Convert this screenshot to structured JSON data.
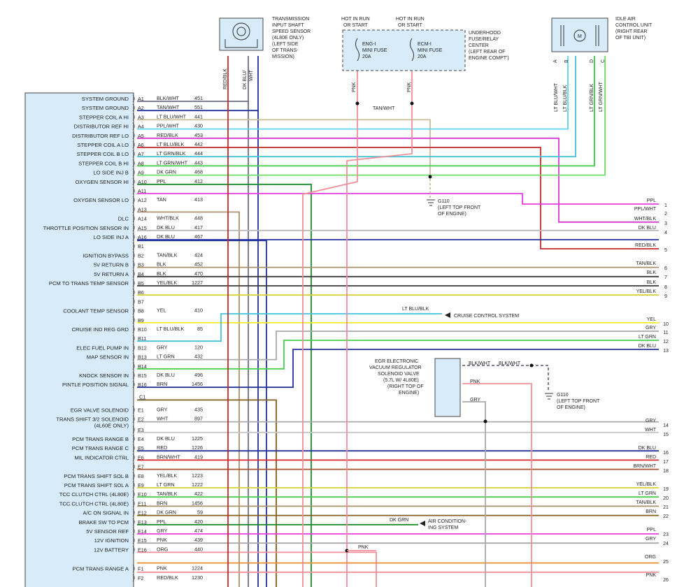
{
  "pcm": {
    "connector_c1_label": "C1",
    "pins": [
      {
        "func": "SYSTEM GROUND",
        "pin": "A1",
        "wire": "BLK/WHT",
        "circ": "451"
      },
      {
        "func": "SYSTEM GROUND",
        "pin": "A2",
        "wire": "TAN/WHT",
        "circ": "551"
      },
      {
        "func": "STEPPER COIL A HI",
        "pin": "A3",
        "wire": "LT BLU/WHT",
        "circ": "441"
      },
      {
        "func": "DISTRIBUTOR REF HI",
        "pin": "A4",
        "wire": "PPL/WHT",
        "circ": "430"
      },
      {
        "func": "DISTRIBUTOR REF LO",
        "pin": "A5",
        "wire": "RED/BLK",
        "circ": "453"
      },
      {
        "func": "STEPPER COIL A LO",
        "pin": "A6",
        "wire": "LT BLU/BLK",
        "circ": "442"
      },
      {
        "func": "STEPPER COIL B LO",
        "pin": "A7",
        "wire": "LT GRN/BLK",
        "circ": "444"
      },
      {
        "func": "STEPPER COIL B HI",
        "pin": "A8",
        "wire": "LT GRN/WHT",
        "circ": "443"
      },
      {
        "func": "LO SIDE INJ B",
        "pin": "A9",
        "wire": "DK GRN",
        "circ": "468"
      },
      {
        "func": "OXYGEN SENSOR HI",
        "pin": "A10",
        "wire": "PPL",
        "circ": "412"
      },
      {
        "func": "",
        "pin": "A11",
        "wire": "",
        "circ": ""
      },
      {
        "func": "OXYGEN SENSOR LO",
        "pin": "A12",
        "wire": "TAN",
        "circ": "413"
      },
      {
        "func": "",
        "pin": "A13",
        "wire": "",
        "circ": ""
      },
      {
        "func": "DLC",
        "pin": "A14",
        "wire": "WHT/BLK",
        "circ": "448"
      },
      {
        "func": "THROTTLE POSITION SENSOR IN",
        "pin": "A15",
        "wire": "DK BLU",
        "circ": "417"
      },
      {
        "func": "LO SIDE INJ A",
        "pin": "A16",
        "wire": "DK BLU",
        "circ": "467"
      },
      {
        "func": "",
        "pin": "B1",
        "wire": "",
        "circ": ""
      },
      {
        "func": "IGNITION BYPASS",
        "pin": "B2",
        "wire": "TAN/BLK",
        "circ": "424"
      },
      {
        "func": "5V RETURN B",
        "pin": "B3",
        "wire": "BLK",
        "circ": "452"
      },
      {
        "func": "5V RETURN A",
        "pin": "B4",
        "wire": "BLK",
        "circ": "470"
      },
      {
        "func": "PCM TO TRANS TEMP SENSOR",
        "pin": "B5",
        "wire": "YEL/BLK",
        "circ": "1227"
      },
      {
        "func": "",
        "pin": "B6",
        "wire": "",
        "circ": ""
      },
      {
        "func": "",
        "pin": "B7",
        "wire": "",
        "circ": ""
      },
      {
        "func": "COOLANT TEMP SENSOR",
        "pin": "B8",
        "wire": "YEL",
        "circ": "410"
      },
      {
        "func": "",
        "pin": "B9",
        "wire": "",
        "circ": ""
      },
      {
        "func": "CRUISE IND REG GRD",
        "pin": "B10",
        "wire": "LT BLU/BLK",
        "circ": "85"
      },
      {
        "func": "",
        "pin": "B11",
        "wire": "",
        "circ": ""
      },
      {
        "func": "ELEC FUEL PUMP IN",
        "pin": "B12",
        "wire": "GRY",
        "circ": "120"
      },
      {
        "func": "MAP SENSOR IN",
        "pin": "B13",
        "wire": "LT GRN",
        "circ": "432"
      },
      {
        "func": "",
        "pin": "B14",
        "wire": "",
        "circ": ""
      },
      {
        "func": "KNOCK SENSOR IN",
        "pin": "B15",
        "wire": "DK BLU",
        "circ": "496"
      },
      {
        "func": "PINTLE POSITION SIGNAL",
        "pin": "B16",
        "wire": "BRN",
        "circ": "1456"
      },
      {
        "func": "EGR VALVE SOLENOID",
        "pin": "E1",
        "wire": "GRY",
        "circ": "435"
      },
      {
        "func": "TRANS SHIFT 3/2 SOLENOID",
        "func2": "(4L60E ONLY)",
        "pin": "E2",
        "wire": "WHT",
        "circ": "897"
      },
      {
        "func": "",
        "pin": "E3",
        "wire": "",
        "circ": ""
      },
      {
        "func": "PCM TRANS RANGE B",
        "pin": "E4",
        "wire": "DK BLU",
        "circ": "1225"
      },
      {
        "func": "PCM TRANS RANGE C",
        "pin": "E5",
        "wire": "RED",
        "circ": "1226"
      },
      {
        "func": "MIL INDICATOR CTRL",
        "pin": "E6",
        "wire": "BRN/WHT",
        "circ": "419"
      },
      {
        "func": "",
        "pin": "E7",
        "wire": "",
        "circ": ""
      },
      {
        "func": "PCM TRANS SHIFT SOL B",
        "pin": "E8",
        "wire": "YEL/BLK",
        "circ": "1223"
      },
      {
        "func": "PCM TRANS SHIFT SOL A",
        "pin": "E9",
        "wire": "LT GRN",
        "circ": "1222"
      },
      {
        "func": "TCC CLUTCH CTRL    (4L80E)",
        "pin": "E10",
        "wire": "TAN/BLK",
        "circ": "422"
      },
      {
        "func": "TCC CLUTCH CTRL    (4L80E)",
        "pin": "E11",
        "wire": "BRN",
        "circ": "1456"
      },
      {
        "func": "A/C ON SIGNAL IN",
        "pin": "E12",
        "wire": "DK GRN",
        "circ": "59"
      },
      {
        "func": "BRAKE SW TO PCM",
        "pin": "E13",
        "wire": "PPL",
        "circ": "420"
      },
      {
        "func": "5V SENSOR REF",
        "pin": "E14",
        "wire": "GRY",
        "circ": "474"
      },
      {
        "func": "12V IGNITION",
        "pin": "E15",
        "wire": "PNK",
        "circ": "439"
      },
      {
        "func": "12V BATTERY",
        "pin": "E16",
        "wire": "ORG",
        "circ": "440"
      },
      {
        "func": "PCM TRANS RANGE A",
        "pin": "F1",
        "wire": "PNK",
        "circ": "1224"
      },
      {
        "func": "",
        "pin": "F2",
        "wire": "RED/BLK",
        "circ": "1230"
      }
    ]
  },
  "outputs": [
    {
      "num": "1",
      "wire": "PPL"
    },
    {
      "num": "2",
      "wire": "PPL/WHT"
    },
    {
      "num": "3",
      "wire": "WHT/BLK"
    },
    {
      "num": "4",
      "wire": "DK BLU"
    },
    {
      "num": "5",
      "wire": "RED/BLK"
    },
    {
      "num": "6",
      "wire": "TAN/BLK"
    },
    {
      "num": "7",
      "wire": "BLK"
    },
    {
      "num": "8",
      "wire": "BLK"
    },
    {
      "num": "9",
      "wire": "YEL/BLK"
    },
    {
      "num": "10",
      "wire": "YEL"
    },
    {
      "num": "11",
      "wire": "GRY"
    },
    {
      "num": "12",
      "wire": "LT GRN"
    },
    {
      "num": "13",
      "wire": "DK BLU"
    },
    {
      "num": "14",
      "wire": "GRY"
    },
    {
      "num": "15",
      "wire": "WHT"
    },
    {
      "num": "16",
      "wire": "DK BLU"
    },
    {
      "num": "17",
      "wire": "RED"
    },
    {
      "num": "18",
      "wire": "BRN/WHT"
    },
    {
      "num": "19",
      "wire": "YEL/BLK"
    },
    {
      "num": "20",
      "wire": "LT GRN"
    },
    {
      "num": "21",
      "wire": "TAN/BLK"
    },
    {
      "num": "22",
      "wire": "BRN"
    },
    {
      "num": "23",
      "wire": "PPL"
    },
    {
      "num": "24",
      "wire": "GRY"
    },
    {
      "num": "25",
      "wire": "ORG"
    },
    {
      "num": "26",
      "wire": "PNK"
    }
  ],
  "tiss": {
    "lines": [
      "TRANSMISSION",
      "INPUT SHAFT",
      "SPEED SENSOR",
      "(4L80E ONLY)",
      "(LEFT SIDE",
      "OF TRANS-",
      "MISSION)"
    ],
    "wire1": "RED/BLK",
    "wire2": "DK BLU/",
    "wire2b": "WHT"
  },
  "fuse": {
    "hot1a": "HOT IN RUN",
    "hot1b": "OR START",
    "hot2a": "HOT IN RUN",
    "hot2b": "OR START",
    "f1": [
      "ENG-I",
      "MINI FUSE",
      "20A"
    ],
    "f2": [
      "ECM-I",
      "MINI FUSE",
      "20A"
    ],
    "center": [
      "UNDERHOOD",
      "FUSE/RELAY",
      "CENTER",
      "(LEFT REAR OF",
      "ENGINE COMPT')"
    ],
    "pnk1": "PNK",
    "pnk2": "PNK",
    "tanwht": "TAN/WHT"
  },
  "iac": {
    "lines": [
      "IDLE AIR",
      "CONTROL UNIT",
      "(RIGHT REAR",
      "OF TBI UNIT)"
    ],
    "pins": [
      "A",
      "B",
      "D",
      "C"
    ],
    "wires": [
      "LT BLU/WHT",
      "LT BLU/BLK",
      "LT GRN/BLK",
      "LT GRN/WHT"
    ],
    "motor": "M"
  },
  "g110a": {
    "lines": [
      "G110",
      "(LEFT TOP FRONT",
      "OF ENGINE)"
    ]
  },
  "g110b": {
    "lines": [
      "G110",
      "(LEFT TOP FRONT",
      "OF ENGINE)"
    ]
  },
  "cruise": {
    "wire": "LT BLU/BLK",
    "label": "CRUISE CONTROL SYSTEM"
  },
  "egr": {
    "lines": [
      "EGR ELECTRONIC",
      "VACUUM REGULATOR",
      "SOLENOID VALVE",
      "(5.7L W/ 4L80E)",
      "(RIGHT TOP OF",
      "ENGINE)"
    ],
    "w1": "BLK/WHT",
    "w1b": "BLK/WHT",
    "w2": "PNK",
    "w3": "GRY"
  },
  "ac": {
    "wire": "DK GRN",
    "lines": [
      "AIR CONDITION-",
      "ING SYSTEM"
    ]
  },
  "pnk_splice": "PNK",
  "colors": {
    "PPL": "#e83ce0",
    "PPL/WHT": "#d43ad2",
    "WHT/BLK": "#b9b9b9",
    "DK BLU": "#23339c",
    "RED/BLK": "#c5282a",
    "TAN/BLK": "#a8926a",
    "BLK": "#3a3a3a",
    "YEL/BLK": "#d7d235",
    "YEL": "#f1ec2a",
    "GRY": "#a9a9a9",
    "LT GRN": "#48d04a",
    "WHT": "#c6c6c6",
    "RED": "#d9282a",
    "BRN/WHT": "#a9542f",
    "BRN": "#7f5f1a",
    "PNK": "#f0909a",
    "ORG": "#ef8b2c",
    "BLK/WHT": "#6d6d8a",
    "TAN/WHT": "#c8bb98",
    "LT BLU/WHT": "#58d6ea",
    "LT BLU/BLK": "#45c2de",
    "LT GRN/BLK": "#3ccc43",
    "LT GRN/WHT": "#6cdd6a",
    "DK GRN": "#1a8a2a",
    "TAN": "#b09070",
    "PCM_BG": "#d7ecf8",
    "BOX_BG": "#d7ecf8"
  }
}
